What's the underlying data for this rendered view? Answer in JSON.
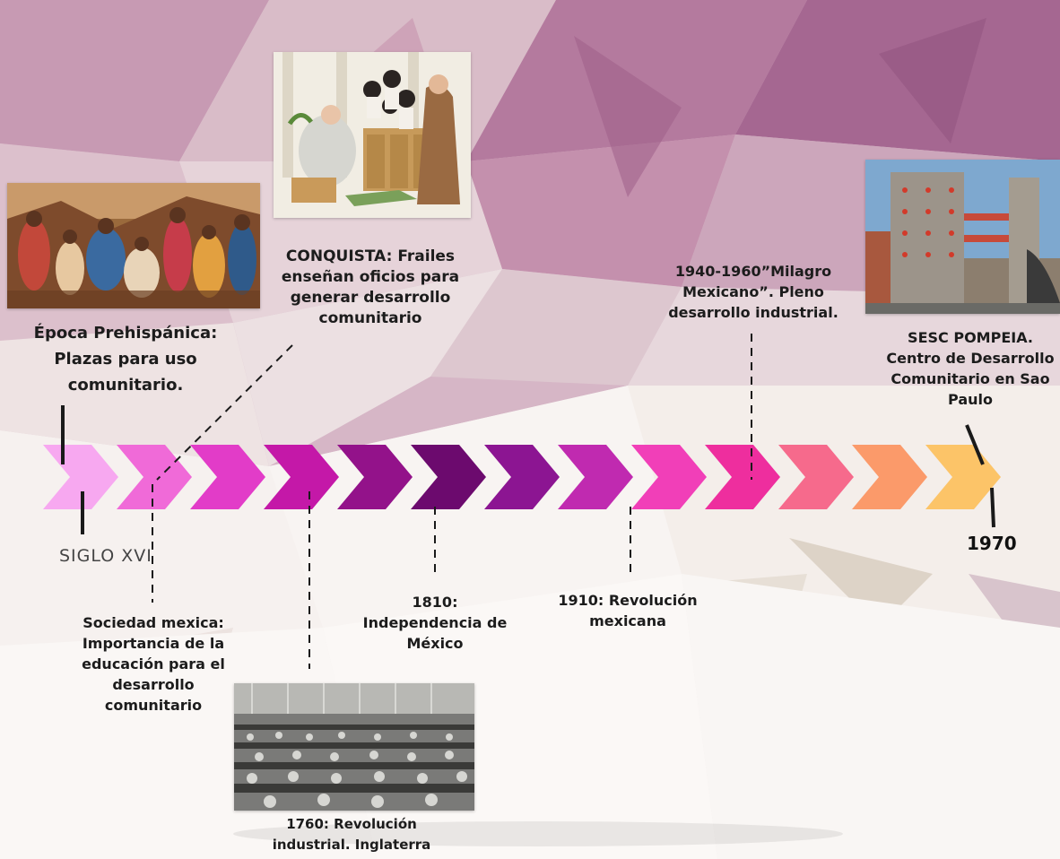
{
  "labels": {
    "prehispanica": [
      "Época Prehispánica:",
      "Plazas para uso",
      "comunitario."
    ],
    "conquista": [
      "CONQUISTA: Frailes",
      "enseñan oficios para",
      "generar desarrollo",
      "comunitario"
    ],
    "milagro": [
      "1940-1960”Milagro",
      "Mexicano”. Pleno",
      "desarrollo industrial."
    ],
    "sesc": [
      "SESC POMPEIA.",
      "Centro de Desarrollo",
      "Comunitario en Sao",
      "Paulo"
    ],
    "siglo": "SIGLO XVI",
    "year_1970": "1970",
    "mexica": [
      "Sociedad mexica:",
      "Importancia de la",
      "educación para el",
      "desarrollo",
      "comunitario"
    ],
    "independencia": [
      "1810:",
      "Independencia de",
      "México"
    ],
    "revolucion_mx": [
      "1910: Revolución",
      "mexicana"
    ],
    "revolucion_ind": [
      "1760: Revolución",
      "industrial. Inglaterra"
    ]
  },
  "arrow_colors": [
    "#f7a8f0",
    "#f06ad8",
    "#e23cc8",
    "#c418a8",
    "#93128a",
    "#6c0a6e",
    "#8c1592",
    "#c02ab0",
    "#f13fb8",
    "#ee2e9e",
    "#f66a8c",
    "#fb9a6a",
    "#fcc468"
  ]
}
